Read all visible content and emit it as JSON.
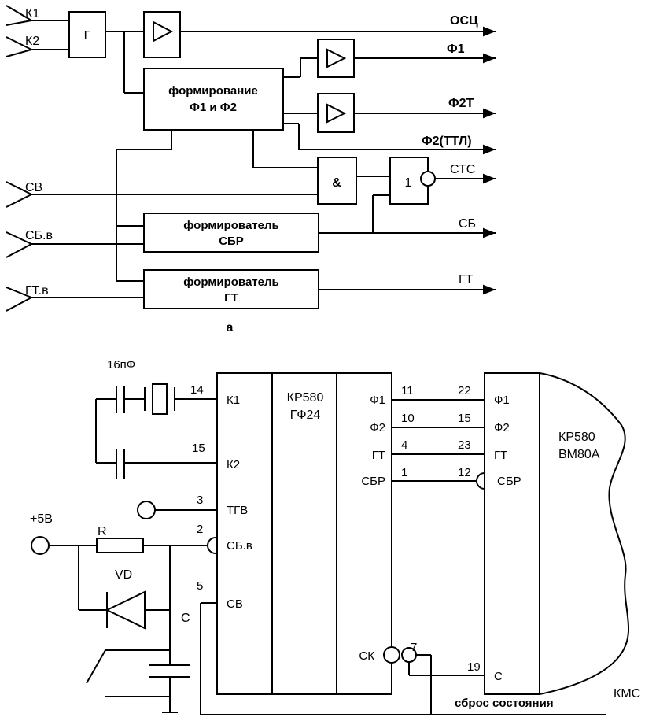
{
  "part_a": {
    "inputs": {
      "k1": "К1",
      "k2": "К2",
      "sv": "СВ",
      "sb_in": "СБ.в",
      "gt_in": "ГТ.в"
    },
    "blocks": {
      "generator": "Г",
      "phase_former_line1": "формирование",
      "phase_former_line2": "Ф1 и Ф2",
      "and_gate": "&",
      "or_gate": "1",
      "sbr_former_line1": "формирователь",
      "sbr_former_line2": "СБР",
      "gt_former_line1": "формирователь",
      "gt_former_line2": "ГТ"
    },
    "outputs": {
      "osc": "ОСЦ",
      "f1": "Ф1",
      "f2t": "Ф2Т",
      "f2ttl": "Ф2(ТТЛ)",
      "stc": "СТС",
      "sb": "СБ",
      "gt": "ГТ"
    },
    "caption": "а"
  },
  "part_b": {
    "capacitor_label": "16пФ",
    "supply_label": "+5В",
    "resistor_label": "R",
    "diode_label": "VD",
    "capacitor_c_label": "С",
    "gen_chip": {
      "name_line1": "КР580",
      "name_line2": "ГФ24",
      "left_pins": [
        {
          "num": "14",
          "label": "К1"
        },
        {
          "num": "15",
          "label": "К2"
        },
        {
          "num": "3",
          "label": "ТГВ"
        },
        {
          "num": "2",
          "label": "СБ.в"
        },
        {
          "num": "5",
          "label": "СВ"
        }
      ],
      "right_pins": [
        {
          "num": "11",
          "label": "Ф1"
        },
        {
          "num": "10",
          "label": "Ф2"
        },
        {
          "num": "4",
          "label": "ГТ"
        },
        {
          "num": "1",
          "label": "СБР"
        },
        {
          "num": "7",
          "label": "СК"
        }
      ]
    },
    "cpu_chip": {
      "name_line1": "КР580",
      "name_line2": "ВМ80А",
      "pins": [
        {
          "num": "22",
          "label": "Ф1"
        },
        {
          "num": "15",
          "label": "Ф2"
        },
        {
          "num": "23",
          "label": "ГТ"
        },
        {
          "num": "12",
          "label": "СБР"
        },
        {
          "num": "19",
          "label": "С"
        }
      ]
    },
    "reset_label": "сброс состояния",
    "kms_label": "КМС"
  }
}
